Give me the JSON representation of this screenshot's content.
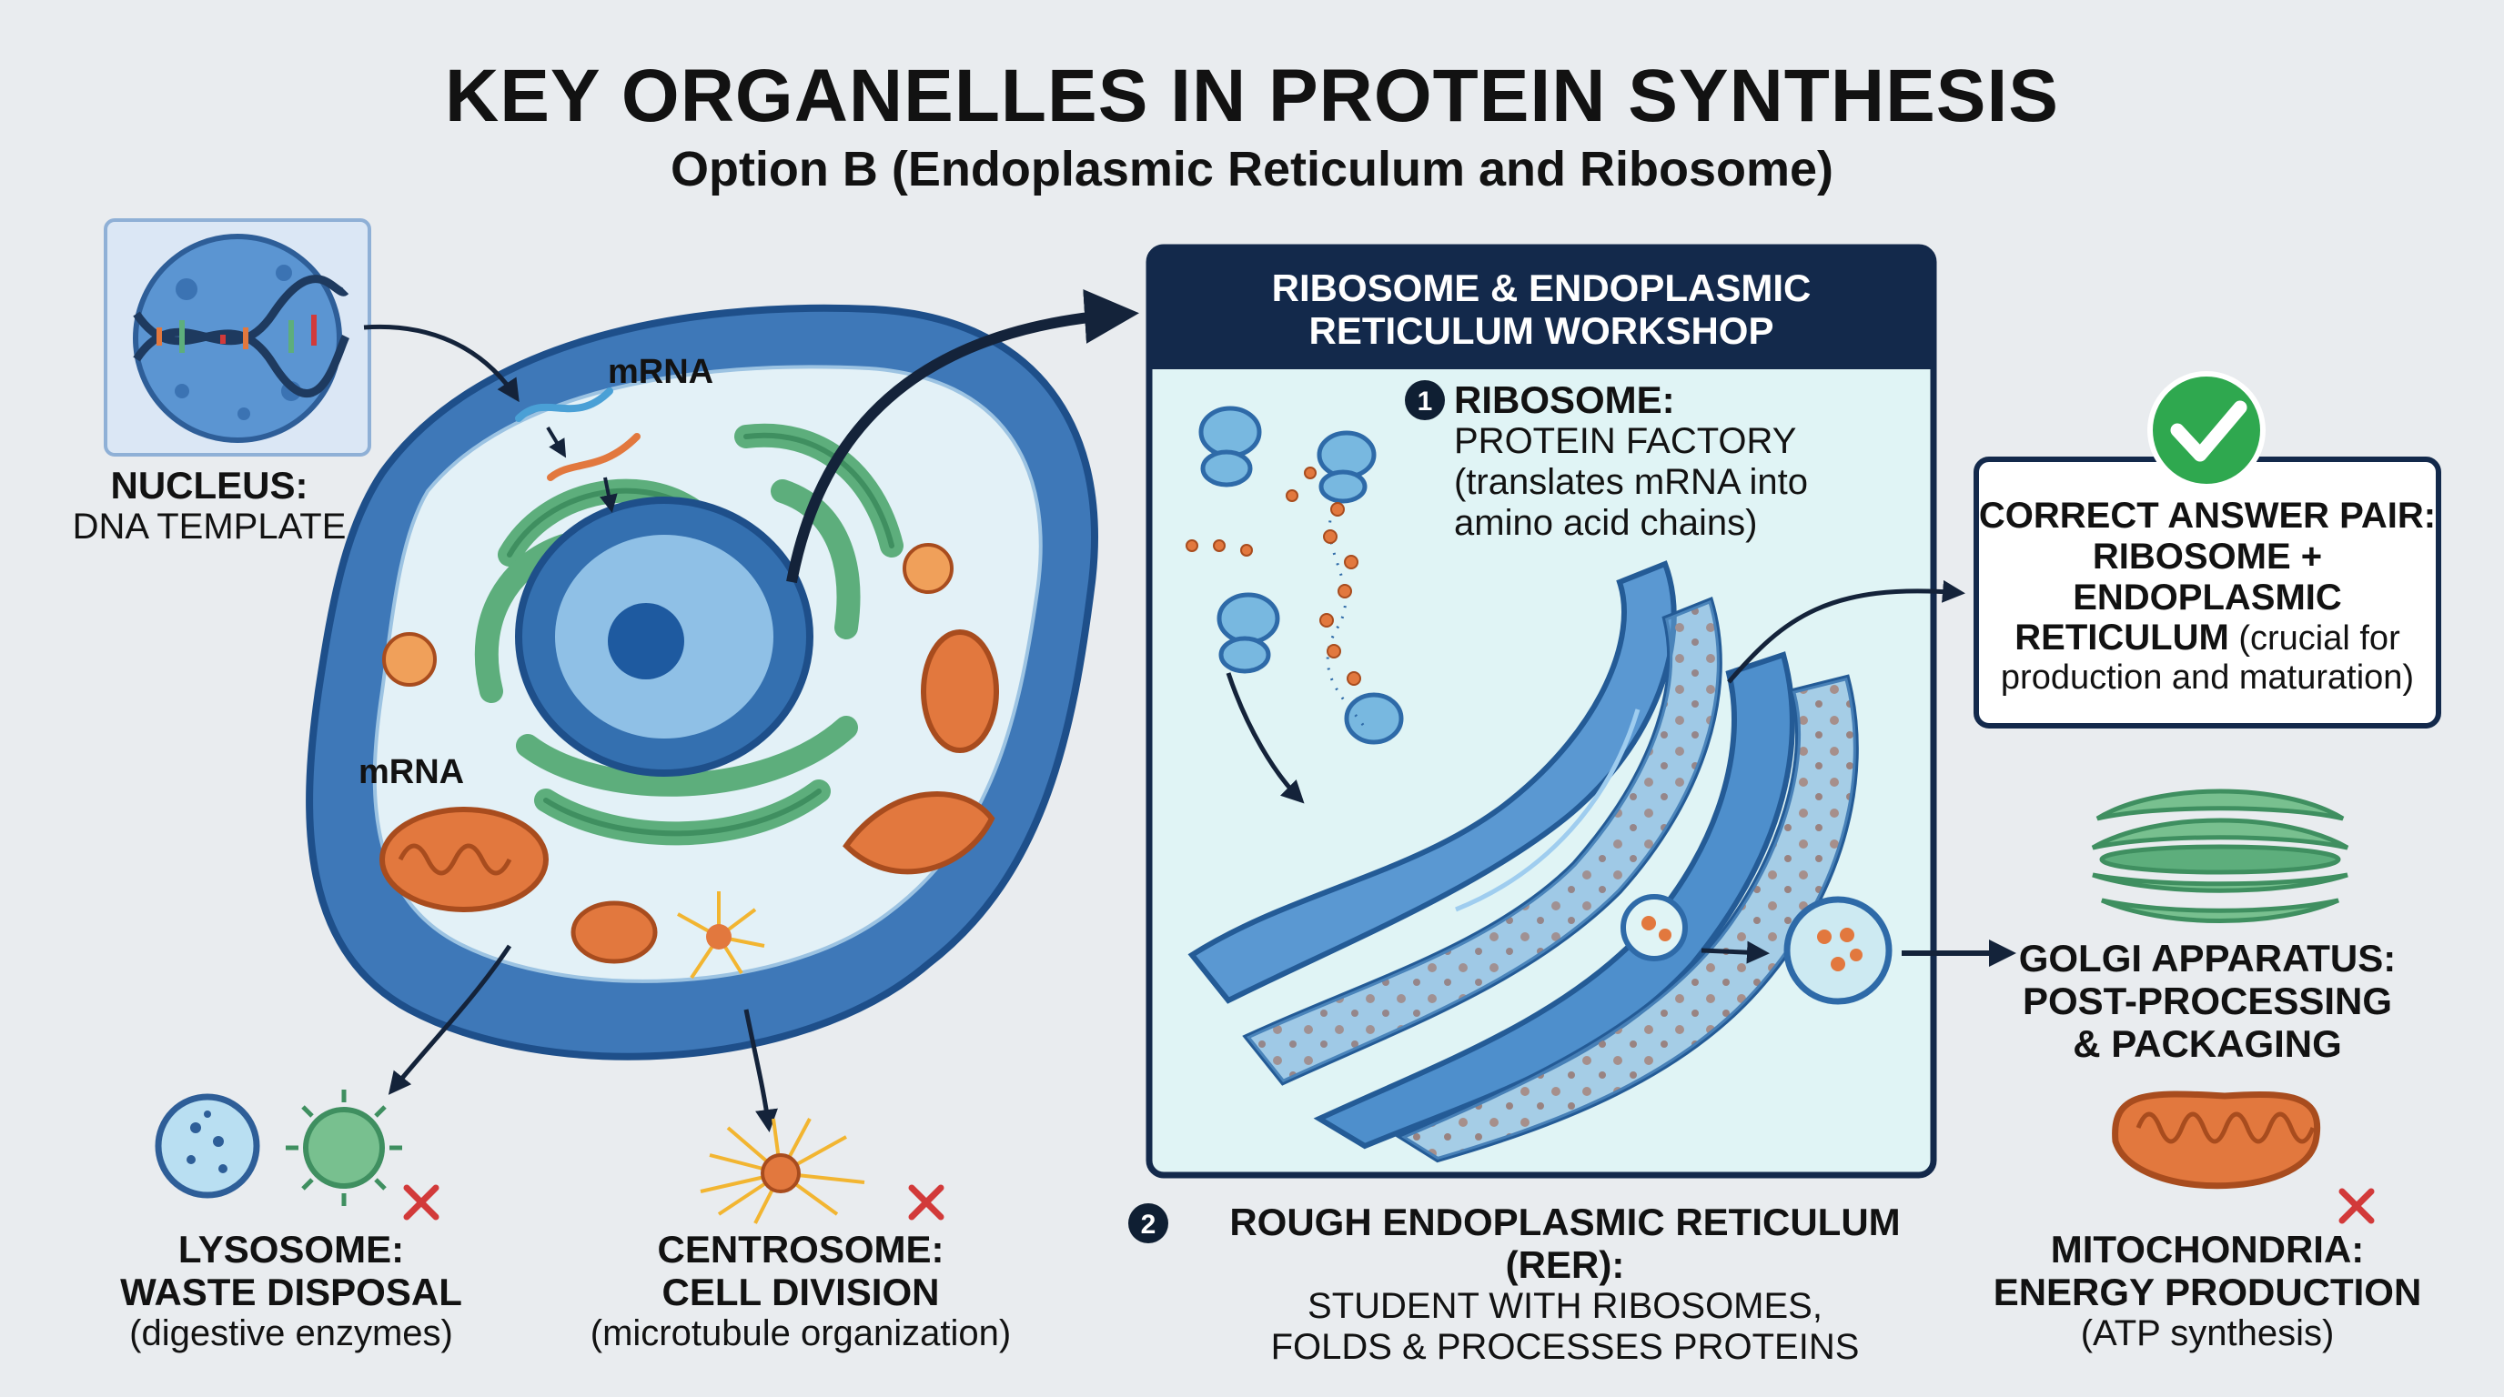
{
  "title": "KEY ORGANELLES IN PROTEIN SYNTHESIS",
  "subtitle": "Option B (Endoplasmic Reticulum and Ribosome)",
  "nucleus": {
    "name": "NUCLEUS:",
    "desc": "DNA TEMPLATE"
  },
  "cell_labels": {
    "mrna_top": "mRNA",
    "mrna_left": "mRNA"
  },
  "lysosome": {
    "name": "LYSOSOME:",
    "role": "WASTE DISPOSAL",
    "detail": "(digestive enzymes)"
  },
  "centrosome": {
    "name": "CENTROSOME:",
    "role": "CELL DIVISION",
    "detail": "(microtubule organization)"
  },
  "workshop": {
    "title_line1": "RIBOSOME & ENDOPLASMIC",
    "title_line2": "RETICULUM WORKSHOP",
    "ribosome_num": "1",
    "ribosome_name": "RIBOSOME:",
    "ribosome_role": "PROTEIN FACTORY",
    "ribosome_detail1": "(translates mRNA into",
    "ribosome_detail2": "amino acid chains)"
  },
  "rer": {
    "num": "2",
    "name": "ROUGH ENDOPLASMIC RETICULUM (RER):",
    "line2": "STUDENT WITH RIBOSOMES,",
    "line3": "FOLDS & PROCESSES PROTEINS"
  },
  "answer": {
    "line1": "CORRECT ANSWER PAIR:",
    "line2": "RIBOSOME +",
    "line3": "ENDOPLASMIC",
    "line4_bold": "RETICULUM",
    "line4_normal": " (crucial for",
    "line5": "production and maturation)"
  },
  "golgi": {
    "line1": "GOLGI APPARATUS:",
    "line2": "POST-PROCESSING",
    "line3": "& PACKAGING"
  },
  "mitochondria": {
    "name": "MITOCHONDRIA:",
    "role": "ENERGY PRODUCTION",
    "detail": "(ATP synthesis)"
  },
  "colors": {
    "background": "#e9ecef",
    "navy": "#13294b",
    "cell_blue": "#4a86c5",
    "er_blue": "#6aa6d8",
    "golgi_green": "#5dae7c",
    "mito_orange": "#e2783e",
    "check_green": "#2fa84f",
    "cross_red": "#d23a3a"
  },
  "icons": [
    "dna-icon",
    "check-icon",
    "cross-icon",
    "arrow-icon"
  ]
}
